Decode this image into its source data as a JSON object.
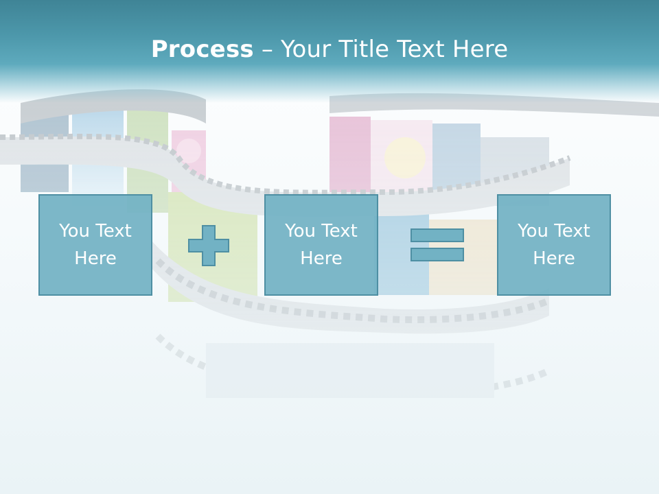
{
  "title": {
    "bold": "Process",
    "rest": " – Your Title Text Here"
  },
  "process": {
    "boxes": [
      {
        "line1": "You Text",
        "line2": "Here"
      },
      {
        "line1": "You Text",
        "line2": "Here"
      },
      {
        "line1": "You Text",
        "line2": "Here"
      }
    ],
    "operators": [
      "plus-icon",
      "equals-icon"
    ]
  },
  "colors": {
    "header": "#4d98ab",
    "box_fill": "#72b2c4",
    "box_border": "#4e8fa3",
    "text": "#ffffff"
  }
}
